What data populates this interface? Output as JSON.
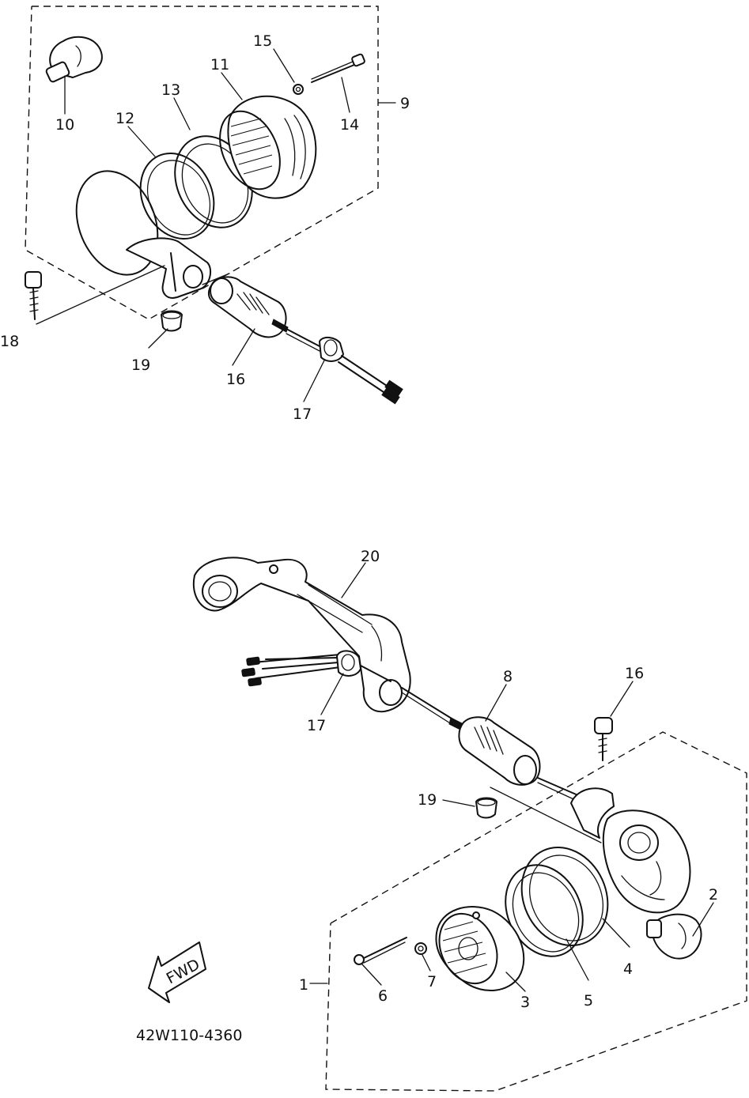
{
  "callouts": {
    "c1": "1",
    "c2": "2",
    "c3": "3",
    "c4": "4",
    "c5": "5",
    "c6": "6",
    "c7": "7",
    "c8": "8",
    "c9": "9",
    "c10": "10",
    "c11": "11",
    "c12": "12",
    "c13": "13",
    "c14": "14",
    "c15": "15",
    "c16_top": "16",
    "c17_top": "17",
    "c18_top": "18",
    "c19_top": "19",
    "c20": "20",
    "c17_bottom": "17",
    "c16_bottom": "16",
    "c19_bottom": "19"
  },
  "fwd_badge": "FWD",
  "drawing_number": "42W110-4360"
}
